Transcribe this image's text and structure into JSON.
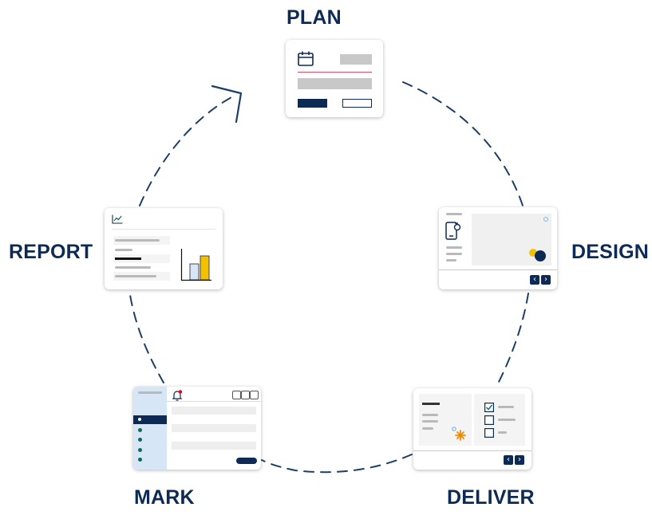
{
  "stages": {
    "plan": {
      "label": "PLAN"
    },
    "design": {
      "label": "DESIGN"
    },
    "deliver": {
      "label": "DELIVER"
    },
    "mark": {
      "label": "MARK"
    },
    "report": {
      "label": "REPORT"
    }
  },
  "icons": {
    "plan": "calendar-icon",
    "design": "mobile-touch-icon",
    "deliver": "checkbox-icon",
    "mark": "bell-icon",
    "report": "line-chart-icon",
    "nav_prev": "chevron-left-icon",
    "nav_next": "chevron-right-icon"
  },
  "colors": {
    "navy": "#0d2a55",
    "yellow": "#f2c200",
    "orange": "#f08a00",
    "pink": "#e04a6a",
    "light_blue": "#d6e6f7",
    "cycle_dash": "#1f3e66"
  },
  "nav": {
    "prev": "‹",
    "next": "›"
  },
  "deliver_checklist": [
    {
      "checked": true
    },
    {
      "checked": false
    },
    {
      "checked": false
    }
  ]
}
